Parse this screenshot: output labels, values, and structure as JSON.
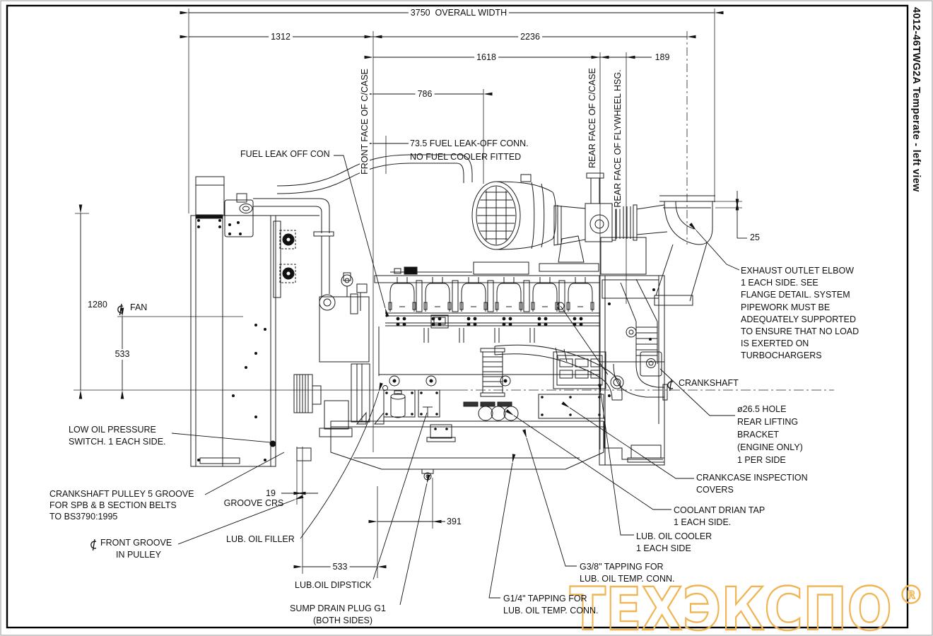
{
  "title": "4012-46TWG2A Temperate - left view",
  "watermark": {
    "text": "ТЕХЭКСПО",
    "mark": "R",
    "color": "#F0B452"
  },
  "dims": {
    "overall": "3750  OVERALL WIDTH",
    "w1312": "1312",
    "w2236": "2236",
    "w1618": "1618",
    "w189": "189",
    "w786": "786",
    "leak_offset_1": "73.5 FUEL LEAK-OFF CONN.",
    "leak_offset_2": "NO FUEL COOLER FITTED",
    "h25": "25",
    "h1280": "1280",
    "h533": "533",
    "g19": "19",
    "groove_crs": "GROOVE CRS",
    "b533": "533",
    "b391": "391"
  },
  "faces": {
    "front_ccase": "FRONT FACE OF C/CASE",
    "rear_ccase": "REAR FACE OF C/CASE",
    "rear_flywheel": "REAR FACE OF FLYWHEEL HSG."
  },
  "labels": {
    "fuel_leak": "FUEL LEAK OFF CON",
    "fan": "FAN",
    "crankshaft": "CRANKSHAFT",
    "exhaust": [
      "EXHAUST OUTLET ELBOW",
      "1 EACH SIDE. SEE",
      "FLANGE DETAIL. SYSTEM",
      "PIPEWORK MUST BE",
      "ADEQUATELY SUPPORTED",
      "TO ENSURE THAT NO LOAD",
      "IS EXERTED ON",
      "TURBOCHARGERS"
    ],
    "lifting": [
      "ø26.5 HOLE",
      "REAR LIFTING",
      "BRACKET",
      "(ENGINE ONLY)",
      "1 PER SIDE"
    ],
    "low_oil": [
      "LOW OIL PRESSURE",
      "SWITCH. 1 EACH SIDE."
    ],
    "pulley": [
      "CRANKSHAFT PULLEY 5 GROOVE",
      "FOR SPB & B SECTION BELTS",
      "TO BS3790:1995"
    ],
    "front_groove": [
      "FRONT GROOVE",
      "IN PULLEY"
    ],
    "oil_filler": "LUB. OIL FILLER",
    "dipstick": "LUB.OIL DIPSTICK",
    "sump": [
      "SUMP DRAIN PLUG G1",
      "(BOTH SIDES)"
    ],
    "crankcase": [
      "CRANKCASE INSPECTION",
      "COVERS"
    ],
    "coolant": [
      "COOLANT DRIAN TAP",
      "1 EACH SIDE."
    ],
    "oil_cooler": [
      "LUB. OIL COOLER",
      "1 EACH SIDE"
    ],
    "g38": [
      "G3/8\" TAPPING FOR",
      "LUB. OIL TEMP. CONN."
    ],
    "g14": [
      "G1/4\" TAPPING FOR",
      "LUB. OIL TEMP. CONN."
    ]
  }
}
